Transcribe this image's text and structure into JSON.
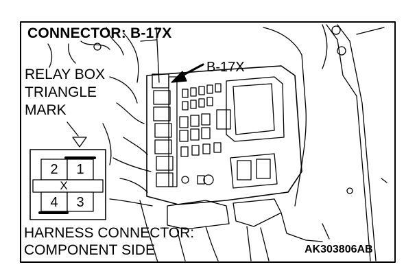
{
  "title": "CONNECTOR: B-17X",
  "callout_label": "B-17X",
  "relay_box_label": [
    "RELAY BOX",
    "TRIANGLE",
    "MARK"
  ],
  "harness_label": [
    "HARNESS CONNECTOR:",
    "COMPONENT SIDE"
  ],
  "connector": {
    "pins": [
      "2",
      "1",
      "4",
      "3"
    ],
    "center_mark": "X"
  },
  "figure_code": "AK303806AB"
}
